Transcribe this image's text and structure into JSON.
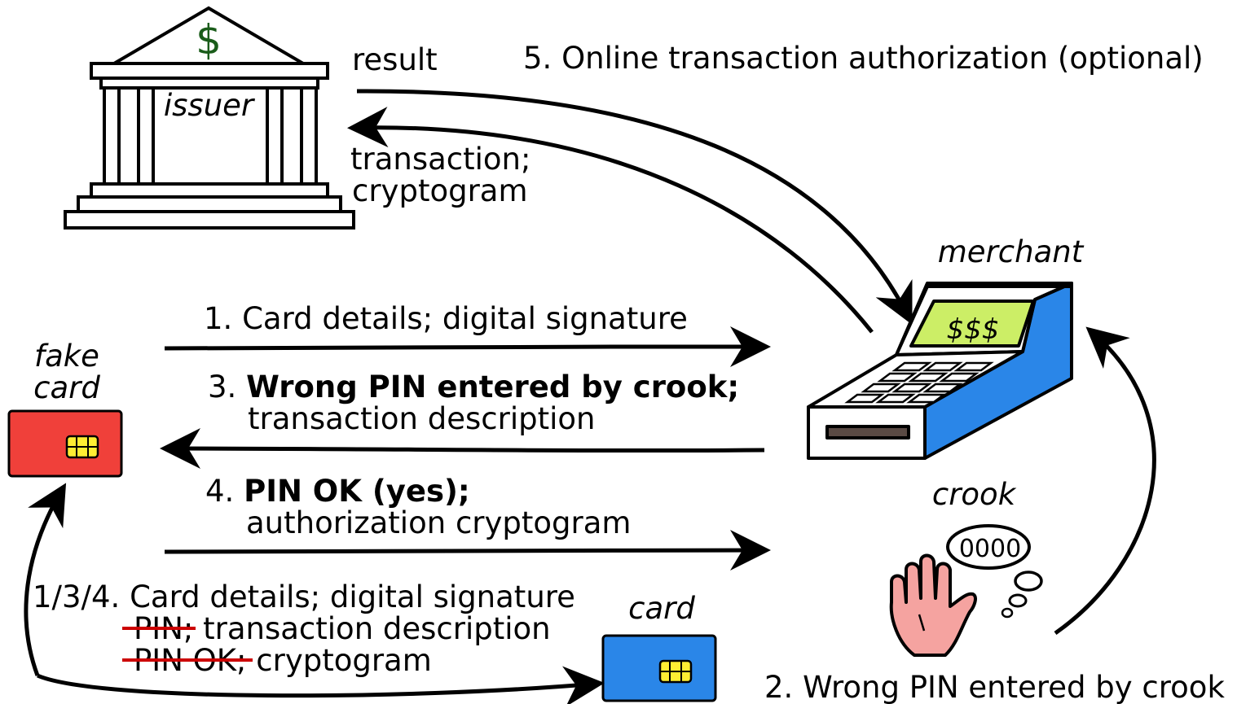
{
  "issuer": {
    "label": "issuer",
    "symbol": "$"
  },
  "merchant": {
    "label": "merchant",
    "screen": "$$$"
  },
  "crook": {
    "label": "crook",
    "thought": "0000"
  },
  "fake_card": {
    "line1": "fake",
    "line2": "card"
  },
  "card": {
    "label": "card"
  },
  "step5": {
    "title": "5. Online transaction authorization (optional)",
    "result": "result",
    "transaction_line1": "transaction;",
    "transaction_line2": "cryptogram"
  },
  "step1": {
    "label": "1. Card details; digital signature"
  },
  "step3": {
    "number": "3. ",
    "bold": "Wrong PIN entered by crook;",
    "line2": "transaction description"
  },
  "step4": {
    "number": "4. ",
    "bold": "PIN OK (yes);",
    "line2": "authorization cryptogram"
  },
  "step134": {
    "line1": "1/3/4. Card details; digital signature",
    "struck1": "PIN;",
    "line2": " transaction description",
    "struck2": "PIN OK;",
    "line3": " cryptogram"
  },
  "step2": {
    "label": "2. Wrong PIN entered by crook"
  },
  "colors": {
    "fake_card": "#f0403a",
    "real_card": "#2a86e8",
    "terminal_side": "#2a86e8",
    "screen": "#ccee66",
    "chip": "#ffee33",
    "strike": "#cc0000",
    "dollar": "#1a5c1a",
    "hand": "#f5a3a0"
  }
}
